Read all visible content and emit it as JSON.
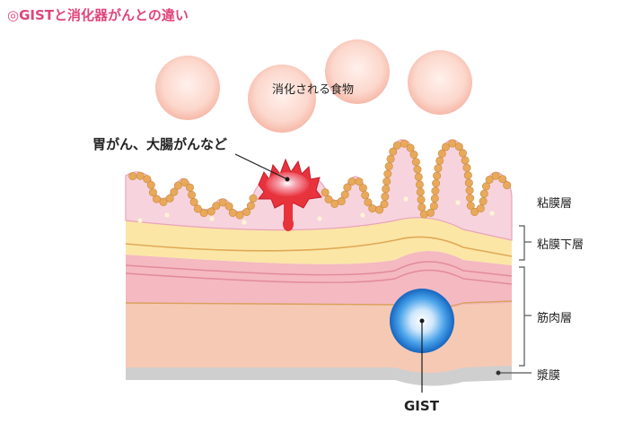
{
  "title": "◎GISTと消化器がんとの違い",
  "food_label": "消化される食物",
  "cancer_label": "胃がん、大腸がんなど",
  "gist_label": "GIST",
  "layers": {
    "mucosa": "粘膜層",
    "submucosa": "粘膜下層",
    "muscle": "筋肉層",
    "serosa": "漿膜"
  },
  "colors": {
    "title": "#e0457b",
    "mucosa_fill": "#f7d3de",
    "mucosa_cells": "#e8a95b",
    "submucosa": "#fbe6a6",
    "muscle_upper": "#f4b9c1",
    "muscle_lower": "#f6c9b4",
    "serosa": "#c8c8c8",
    "tumor": "#e8323c",
    "gist_core": "#1e78d0",
    "food": "#fbd4cc"
  },
  "icons": [
    "food-bubble",
    "cancer-tumor",
    "gist-tumor",
    "layer-bracket"
  ]
}
